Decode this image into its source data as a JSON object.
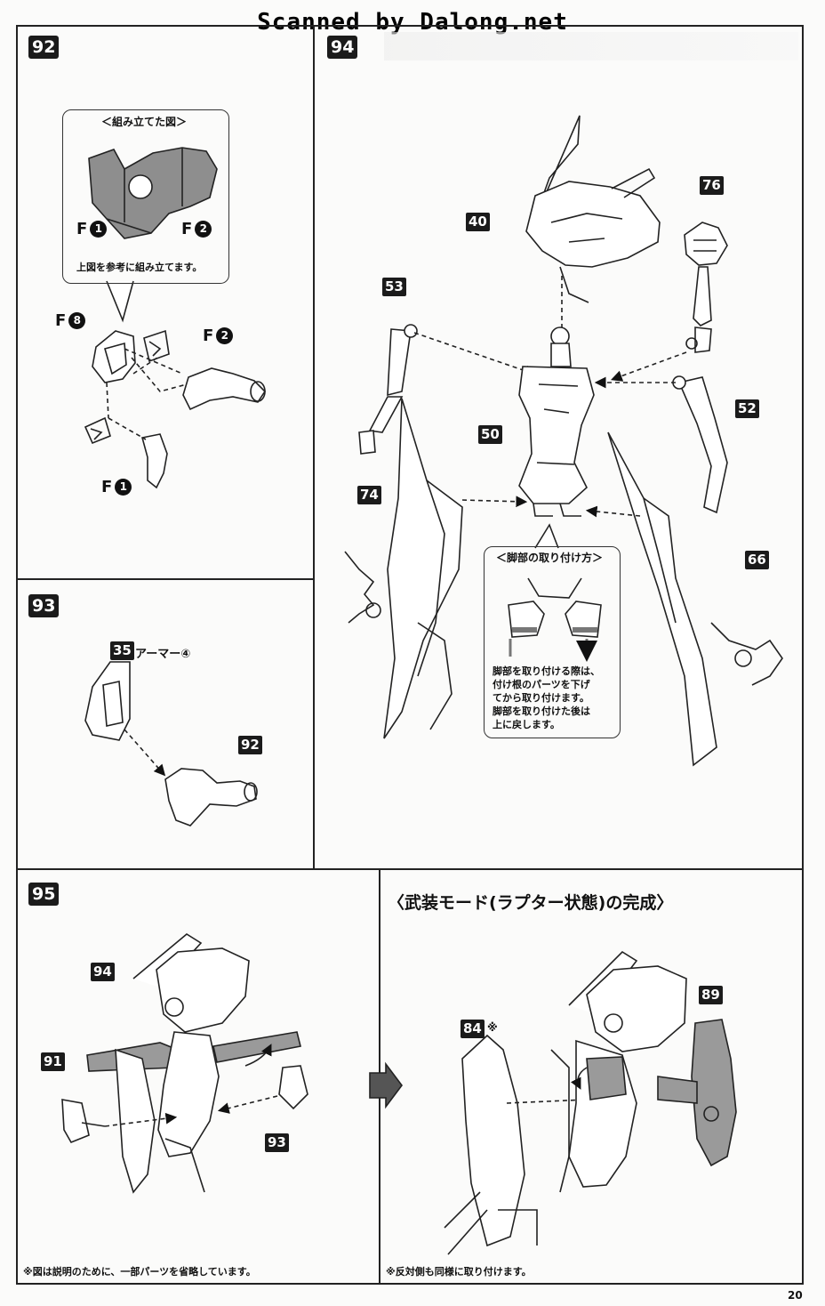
{
  "watermark": "Scanned by Dalong.net",
  "page_number": "20",
  "steps": {
    "s92": "92",
    "s93": "93",
    "s94": "94",
    "s95": "95"
  },
  "step92": {
    "callout_title": "＜組み立てた図＞",
    "callout_note": "上図を参考に組み立てます。",
    "f1_letter": "F",
    "f1_num": "1",
    "f2_letter": "F",
    "f2_num": "2",
    "f8_letter": "F",
    "f8_num": "8",
    "f2b_letter": "F",
    "f2b_num": "2",
    "f1b_letter": "F",
    "f1b_num": "1"
  },
  "step93": {
    "part35": "35",
    "armor_label": "アーマー④",
    "part92": "92"
  },
  "step94": {
    "part40": "40",
    "part76": "76",
    "part53": "53",
    "part52": "52",
    "part50": "50",
    "part74": "74",
    "part66": "66",
    "callout_title": "＜脚部の取り付け方＞",
    "callout_note": "脚部を取り付ける際は、\n付け根のパーツを下げ\nてから取り付けます。\n脚部を取り付けた後は\n上に戻します。"
  },
  "step95": {
    "part94": "94",
    "part91": "91",
    "part93": "93",
    "footnote": "※図は説明のために、一部パーツを省略しています。"
  },
  "complete": {
    "title": "〈武装モード(ラプター状態)の完成〉",
    "part84": "84",
    "part84_mark": "※",
    "part89": "89",
    "footnote": "※反対側も同様に取り付けます。"
  }
}
